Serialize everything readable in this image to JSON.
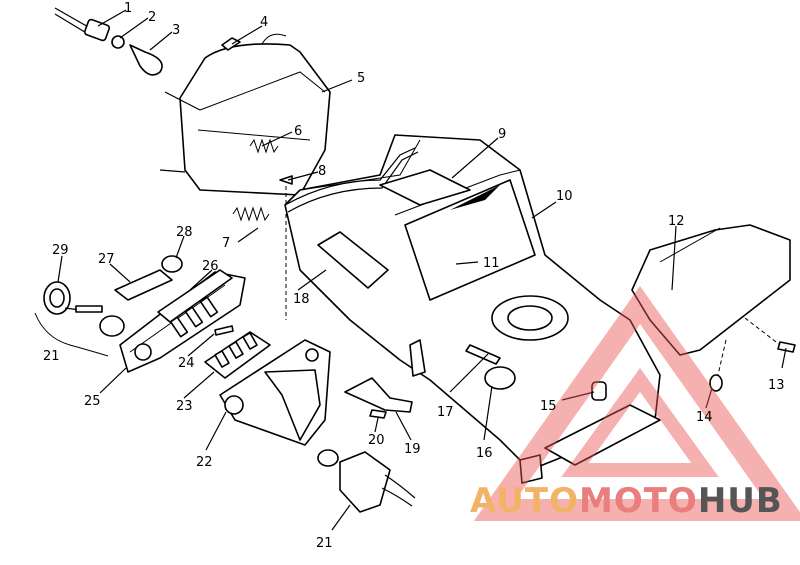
{
  "callouts": [
    "1",
    "2",
    "3",
    "4",
    "5",
    "6",
    "7",
    "8",
    "9",
    "10",
    "11",
    "12",
    "13",
    "14",
    "15",
    "16",
    "17",
    "18",
    "19",
    "20",
    "21",
    "21",
    "22",
    "23",
    "24",
    "25",
    "26",
    "27",
    "28",
    "29"
  ],
  "watermark": {
    "part1": "AUTO",
    "part2": "MOTO",
    "part3": "HUB",
    "color1": "#f2b366",
    "color2": "#e87e7e",
    "color3": "#555555",
    "triangle_color": "#e8524f"
  }
}
